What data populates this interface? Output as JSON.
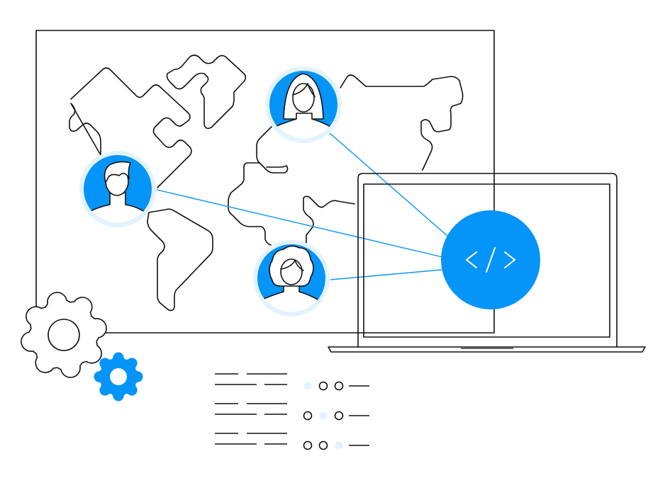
{
  "colors": {
    "accent": "#0594f7",
    "accent_light": "#e3f3fd",
    "outline": "#111111",
    "background": "#ffffff"
  },
  "icons": {
    "code": "code-brackets-icon",
    "avatars": [
      "man-avatar-icon",
      "woman-avatar-icon",
      "curly-hair-avatar-icon"
    ],
    "gears": [
      "outline-gear-icon",
      "blue-gear-icon"
    ]
  },
  "code_glyph": "</>",
  "selector_rows": [
    {
      "active_dot": 1
    },
    {
      "active_dot": 2
    },
    {
      "active_dot": 3
    }
  ]
}
